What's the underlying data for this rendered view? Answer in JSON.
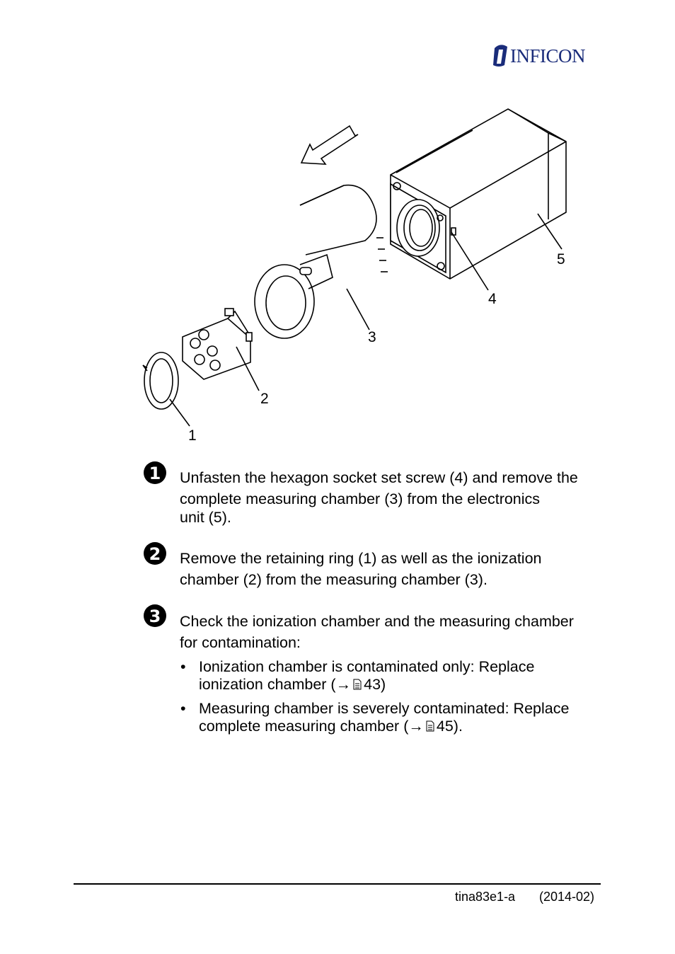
{
  "header": {
    "logo_text": "INFICON"
  },
  "figure": {
    "callouts": [
      {
        "id": "1",
        "label": "1"
      },
      {
        "id": "2",
        "label": "2"
      },
      {
        "id": "3",
        "label": "3"
      },
      {
        "id": "4",
        "label": "4"
      },
      {
        "id": "5",
        "label": "5"
      }
    ]
  },
  "steps": [
    {
      "number": "1",
      "text_line1": "Unfasten the hexagon socket set screw (4) and remove the",
      "text_line2": "complete measuring chamber (3) from the electronics",
      "text_line3": "unit (5)."
    },
    {
      "number": "2",
      "text_line1": "Remove the retaining ring (1) as well as the ionization",
      "text_line2": "chamber (2) from the measuring chamber (3)."
    },
    {
      "number": "3",
      "text_line1": "Check the ionization chamber and the measuring chamber",
      "text_line2": "for contamination:",
      "bullets": [
        {
          "line1": "Ionization chamber is contaminated only: Replace",
          "line2_prefix": "ionization chamber (",
          "arrow": "→",
          "page": "43",
          "line2_suffix": ")"
        },
        {
          "line1": "Measuring chamber is severely contaminated: Replace",
          "line2_prefix": "complete measuring chamber (",
          "arrow": "→",
          "page": "45",
          "line2_suffix": ")."
        }
      ]
    }
  ],
  "footer": {
    "doc_id": "tina83e1-a",
    "date": "(2014-02)"
  }
}
